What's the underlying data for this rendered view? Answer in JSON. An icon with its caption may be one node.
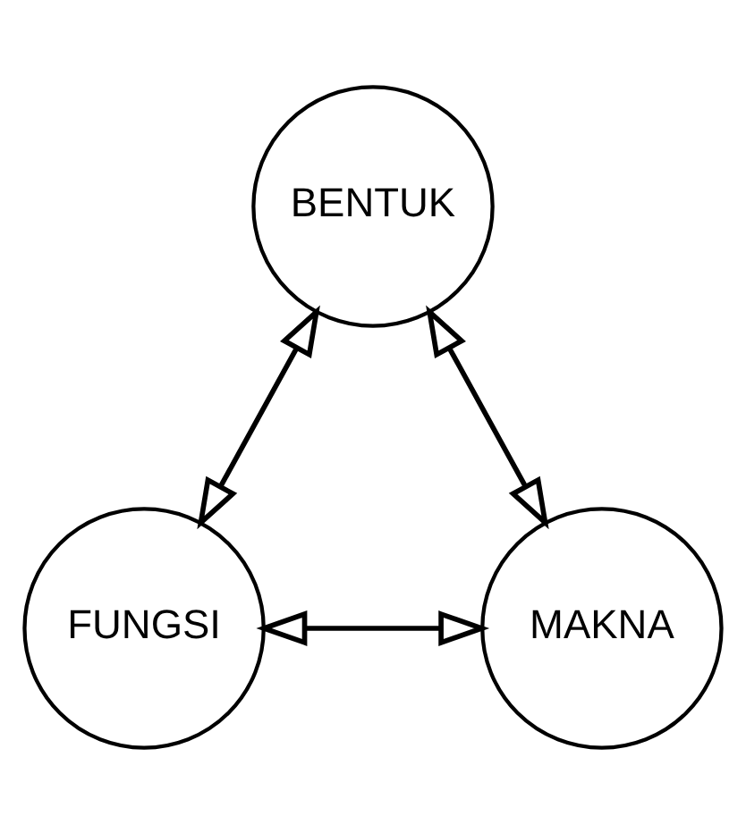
{
  "diagram": {
    "nodes": [
      {
        "text": [
          "BENTUK"
        ]
      },
      {
        "text": [
          "FUNGSI"
        ]
      },
      {
        "text": [
          "MAKNA"
        ]
      }
    ],
    "edges": [
      {
        "from": 0,
        "to": 1,
        "arrow": "both"
      },
      {
        "from": 0,
        "to": 2,
        "arrow": "both"
      },
      {
        "from": 1,
        "to": 2,
        "arrow": "both"
      }
    ]
  }
}
